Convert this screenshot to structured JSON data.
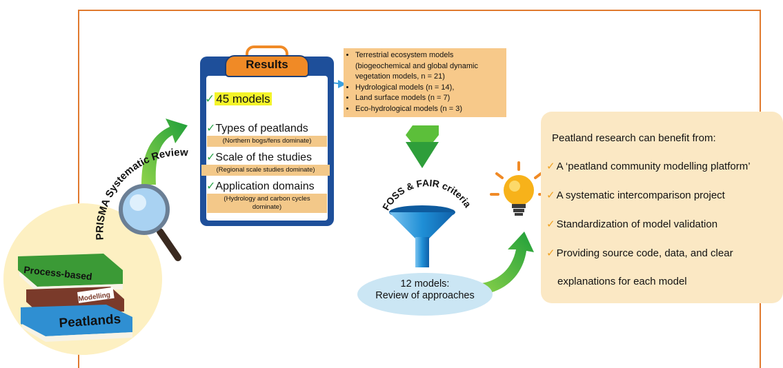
{
  "results": {
    "title": "Results",
    "models_count": "45 models",
    "items": [
      {
        "label": "Types of peatlands",
        "note": "(Northern bogs/fens dominate)"
      },
      {
        "label": "Scale of the studies",
        "note": "(Regional scale studies dominate)"
      },
      {
        "label": "Application domains",
        "note_line1": "(Hydrology and carbon cycles",
        "note_line2": "dominate)"
      }
    ],
    "check_glyph": "✓"
  },
  "model_types": [
    "Terrestrial ecosystem models (biogeochemical and global dynamic vegetation models, n = 21)",
    "Hydrological models (n = 14),",
    "Land surface models (n = 7)",
    "Eco-hydrological models (n = 3)"
  ],
  "prisma_label": "PRISMA Systematic Review",
  "books": {
    "top": "Process-based",
    "middle": "Modelling",
    "bottom": "Peatlands"
  },
  "filter_label": "FOSS & FAIR criteria",
  "outcome": {
    "line1": "12 models:",
    "line2": "Review of approaches"
  },
  "benefits": {
    "title": "Peatland research can benefit from:",
    "items": [
      "A ‘peatland community modelling platform’",
      "A systematic intercomparison project",
      "Standardization of model validation",
      "Providing source code, data, and clear"
    ],
    "continuation": "explanations for each model",
    "tick_glyph": "✓"
  },
  "colors": {
    "frame": "#e07a2e",
    "clipboard": "#1e4f9a",
    "accent_orange": "#f08a26",
    "note_bg": "#f3c889",
    "arrow_green": "#3cb043",
    "check_green": "#2aa44a",
    "panel_bg": "#fbe8c4",
    "funnel_blue": "#1f8fd6",
    "cloud_blue": "#cbe6f4"
  }
}
